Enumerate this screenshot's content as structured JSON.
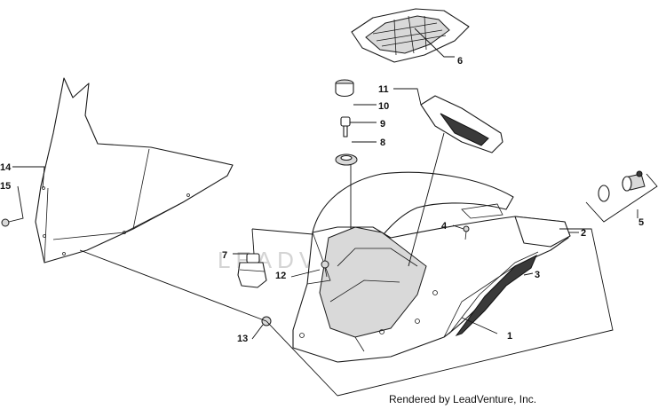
{
  "watermark": "LEADVENTURE",
  "credit": "Rendered by LeadVenture, Inc.",
  "callouts": [
    {
      "id": "1",
      "label": "1"
    },
    {
      "id": "2",
      "label": "2"
    },
    {
      "id": "3",
      "label": "3"
    },
    {
      "id": "4",
      "label": "4"
    },
    {
      "id": "5",
      "label": "5"
    },
    {
      "id": "6",
      "label": "6"
    },
    {
      "id": "7",
      "label": "7"
    },
    {
      "id": "8",
      "label": "8"
    },
    {
      "id": "9",
      "label": "9"
    },
    {
      "id": "10",
      "label": "10"
    },
    {
      "id": "11",
      "label": "11"
    },
    {
      "id": "12",
      "label": "12"
    },
    {
      "id": "13",
      "label": "13"
    },
    {
      "id": "14",
      "label": "14"
    },
    {
      "id": "15",
      "label": "15"
    }
  ]
}
